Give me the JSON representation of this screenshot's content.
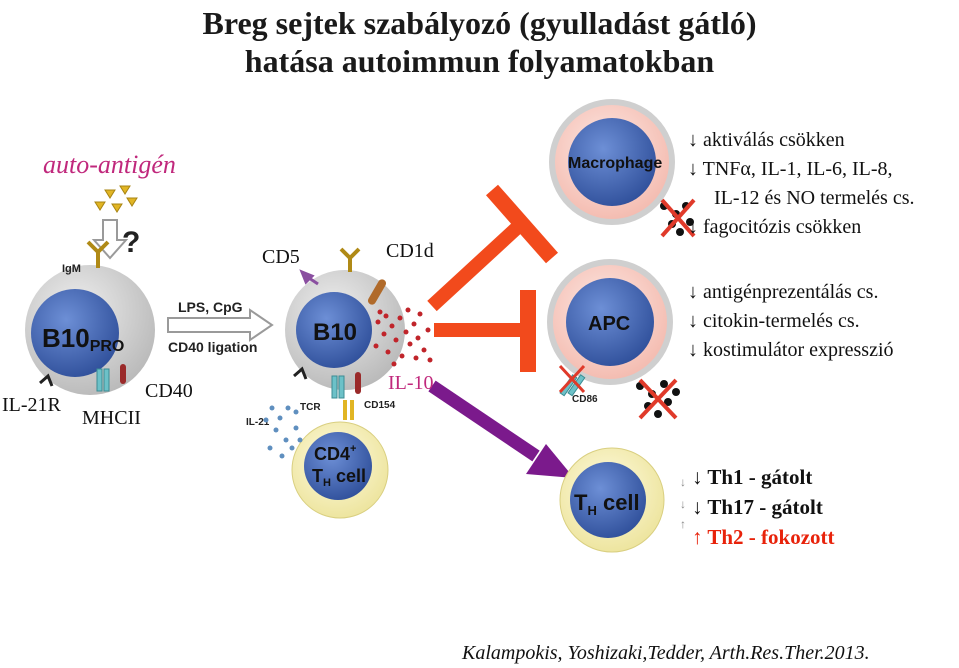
{
  "title_line1": "Breg sejtek szabályozó (gyulladást gátló)",
  "title_line2": "hatása autoimmun folyamatokban",
  "auto_antigen": "auto-antigén",
  "question_mark": "?",
  "cells": {
    "b10pro": "B10",
    "b10pro_sub": "PRO",
    "b10": "B10",
    "macrophage": "Macrophage",
    "apc": "APC",
    "cd4": "CD4",
    "cd4_sup": "+",
    "th_cell_T": "T",
    "th_cell_H": "H",
    "th_cell_rest": " cell",
    "th_cell2_T": "T",
    "th_cell2_H": "H",
    "th_cell2_rest": " cell"
  },
  "labels": {
    "igm": "IgM",
    "lps": "LPS, CpG",
    "cd40lig": "CD40 ligation",
    "cd5": "CD5",
    "cd1d": "CD1d",
    "il10": "IL-10",
    "cd40": "CD40",
    "il21r": "IL-21R",
    "mhcii": "MHCII",
    "tcr": "TCR",
    "cd154": "CD154",
    "il21": "IL-21",
    "cd86": "CD86"
  },
  "macrophage_effects": [
    "aktiválás csökken",
    "TNFα, IL-1, IL-6, IL-8,",
    "IL-12 és NO termelés cs.",
    "fagocitózis csökken"
  ],
  "apc_effects": [
    "antigénprezentálás cs.",
    "citokin-termelés cs.",
    "kostimulátor expresszió"
  ],
  "th_effects": [
    {
      "arrow": "↓",
      "text": "Th1 - gátolt"
    },
    {
      "arrow": "↓",
      "text": "Th17 - gátolt"
    },
    {
      "arrow": "↑",
      "text": "Th2 - fokozott"
    }
  ],
  "citation": "Kalampokis, Yoshizaki,Tedder, Arth.Res.Ther.2013.",
  "colors": {
    "magenta": "#c0287c",
    "red_inhibit": "#f24a1c",
    "purple": "#7b1a8c",
    "cell_blue": "#3f63b0",
    "cell_outer": "#c9c9c9",
    "th_outer": "#f5f0b8",
    "th2_red": "#e8220a"
  }
}
